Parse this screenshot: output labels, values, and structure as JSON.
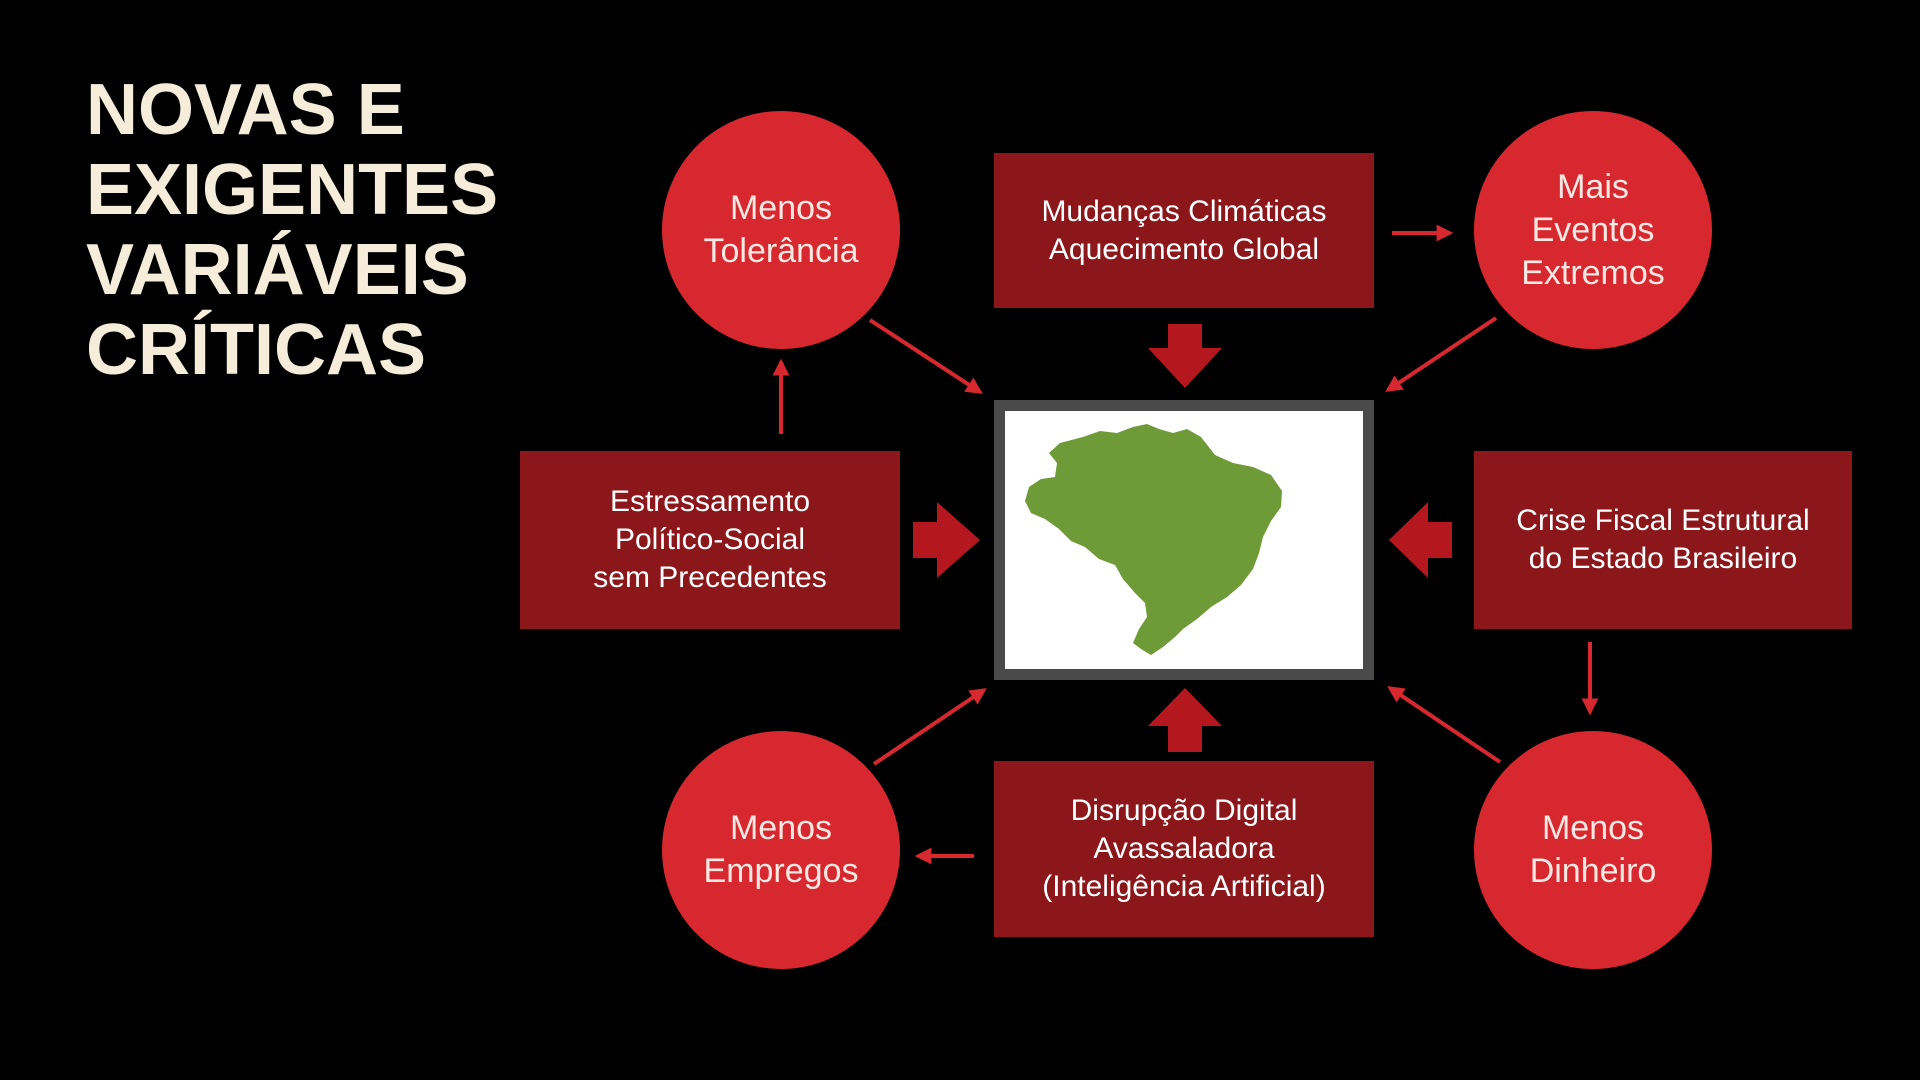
{
  "title": {
    "lines": [
      "NOVAS E",
      "EXIGENTES",
      "VARIÁVEIS",
      "CRÍTICAS"
    ]
  },
  "nodes": {
    "center_map": {
      "icon": "brazil-map-icon",
      "color": "#6f9a38"
    },
    "top_box": {
      "lines": [
        "Mudanças Climáticas",
        "Aquecimento Global"
      ]
    },
    "left_box": {
      "lines": [
        "Estressamento",
        "Político-Social",
        "sem Precedentes"
      ]
    },
    "right_box": {
      "lines": [
        "Crise Fiscal Estrutural",
        "do Estado Brasileiro"
      ]
    },
    "bottom_box": {
      "lines": [
        "Disrupção Digital",
        "Avassaladora",
        "(Inteligência Artificial)"
      ]
    },
    "circle_top_left": {
      "lines": [
        "Menos",
        "Tolerância"
      ]
    },
    "circle_top_right": {
      "lines": [
        "Mais",
        "Eventos",
        "Extremos"
      ]
    },
    "circle_bottom_left": {
      "lines": [
        "Menos",
        "Empregos"
      ]
    },
    "circle_bottom_right": {
      "lines": [
        "Menos",
        "Dinheiro"
      ]
    }
  },
  "colors": {
    "background": "#000000",
    "title": "#f5ecda",
    "box": "#8b171b",
    "circle": "#d7282f",
    "arrow": "#d7282f",
    "block_arrow": "#b5171f",
    "map_frame": "#4a4a4a"
  }
}
